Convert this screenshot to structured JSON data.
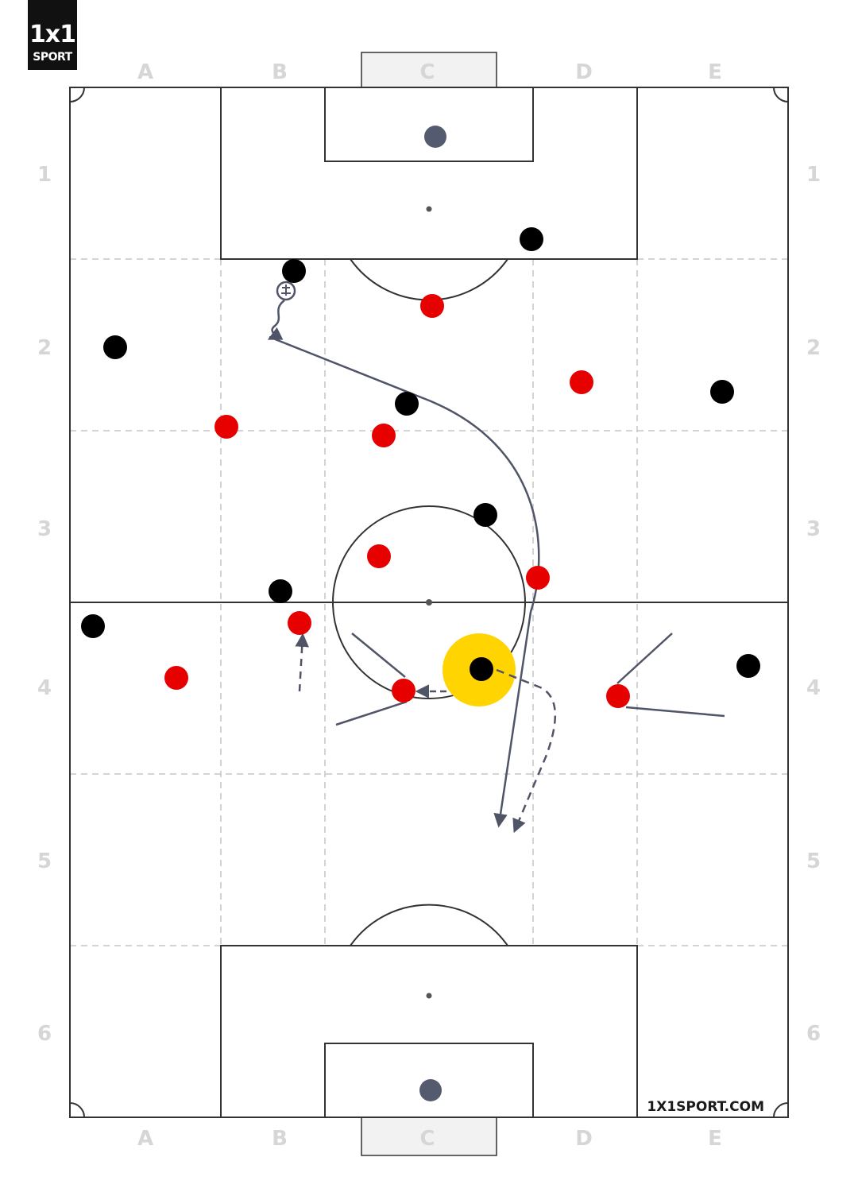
{
  "logo": {
    "mark": "1x1",
    "word": "SPORT"
  },
  "website": "1X1SPORT.COM",
  "columns": [
    "A",
    "B",
    "C",
    "D",
    "E"
  ],
  "rows": [
    "1",
    "2",
    "3",
    "4",
    "5",
    "6"
  ],
  "colors": {
    "team_red": "#e60000",
    "team_black": "#000000",
    "highlight": "#ffd400",
    "arrow": "#4f5567",
    "lines": "#333333",
    "grid": "#bbbbbb",
    "goal_fill": "#f2f2f2"
  },
  "icons": [
    "ball-icon",
    "arrow-icon"
  ]
}
